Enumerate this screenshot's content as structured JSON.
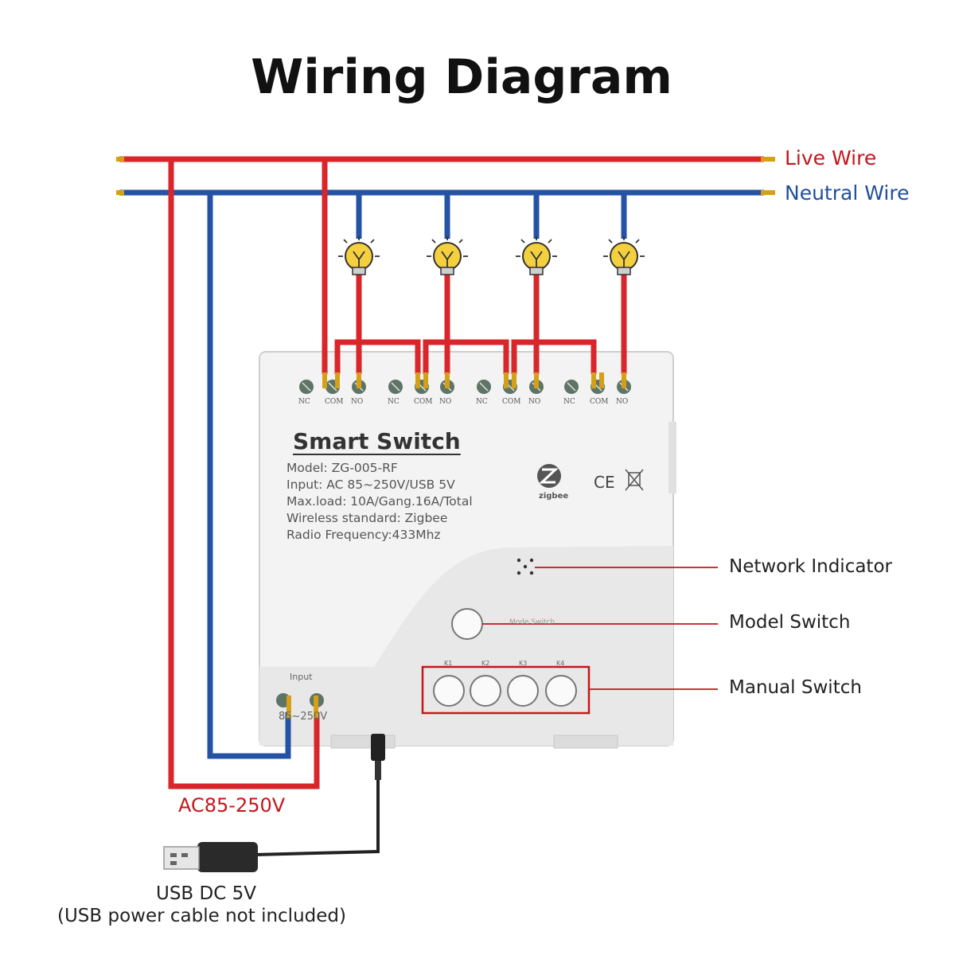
{
  "title": "Wiring Diagram",
  "wires": {
    "live": "Live Wire",
    "neutral": "Neutral Wire"
  },
  "device": {
    "name": "Smart  Switch",
    "specs": [
      "Model:  ZG-005-RF",
      "Input:  AC 85~250V/USB 5V",
      "Max.load:  10A/Gang.16A/Total",
      "Wireless standard:  Zigbee",
      "Radio Frequency:433Mhz"
    ],
    "terminal_labels": [
      "NC",
      "COM",
      "NO"
    ],
    "input_label": "Input",
    "input_voltage": "85~250V",
    "mode_switch_label": "Mode Switch",
    "button_labels": [
      "K1",
      "K2",
      "K3",
      "K4"
    ],
    "zigbee_text": "zigbee",
    "cert_marks": "CE"
  },
  "callouts": {
    "network": "Network Indicator",
    "model": "Model Switch",
    "manual": "Manual Switch"
  },
  "power": {
    "ac": "AC85-250V",
    "usb": "USB DC 5V",
    "usb_note": "(USB power cable not included)"
  },
  "colors": {
    "live": "#d8262b",
    "neutral": "#2453a6",
    "callout_line": "#c4161c",
    "bulb": "#f4d03f"
  }
}
